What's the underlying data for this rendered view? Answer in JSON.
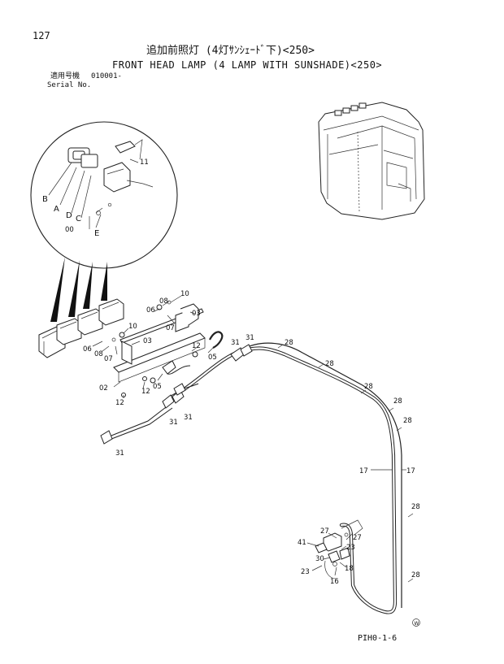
{
  "page_number": "127",
  "title_jp": "追加前照灯 (4灯ｻﾝｼｪｰﾄﾞ下)<250>",
  "title_en": "FRONT HEAD LAMP (4 LAMP WITH SUNSHADE)<250>",
  "serial_label_jp": "適用号機",
  "serial_label_en": "Serial No.",
  "serial_value": "010001-",
  "footer_code": "PIH0-1-6",
  "inset_letters": [
    "B",
    "A",
    "D",
    "C",
    "E"
  ],
  "callouts": {
    "c10a": "10",
    "c08a": "08",
    "c06a": "06",
    "c07a": "07",
    "c03a": "03",
    "c10b": "10",
    "c03b": "03",
    "c06b": "06",
    "c08b": "08",
    "c07b": "07",
    "c12a": "12",
    "c05a": "05",
    "c05b": "05",
    "c02": "02",
    "c12b": "12",
    "c12c": "12",
    "c31a": "31",
    "c31b": "31",
    "c31c": "31",
    "c31d": "31",
    "c31e": "31",
    "c28a": "28",
    "c28b": "28",
    "c28c": "28",
    "c28d": "28",
    "c28e": "28",
    "c28f": "28",
    "c28g": "28",
    "c17a": "17",
    "c17b": "17",
    "c27a": "27",
    "c27b": "27",
    "c41": "41",
    "c23a": "23",
    "c23b": "23",
    "c30": "30",
    "c18": "18",
    "c16": "16",
    "c11": "11",
    "c00": "00"
  }
}
